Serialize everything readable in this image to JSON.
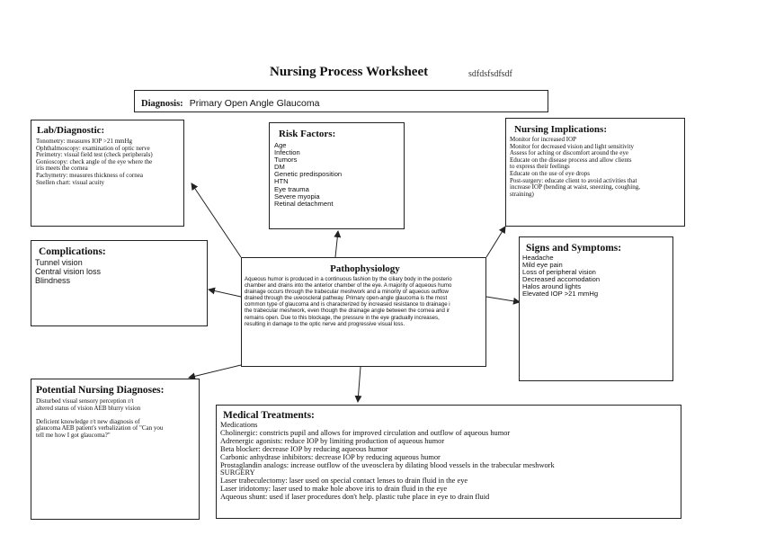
{
  "header": {
    "title": "Nursing Process Worksheet",
    "scribble": "sdfdsfsdfsdf"
  },
  "diagnosis": {
    "label": "Diagnosis:",
    "value": "Primary Open Angle Glaucoma"
  },
  "lab": {
    "heading": "Lab/Diagnostic:",
    "lines": [
      "Tonometry: measures IOP >21 mmHg",
      "Ophthalmoscopy: examination of optic nerve",
      "Perimetry: visual field test (check peripherals)",
      "Gonioscopy: check angle of the eye where the",
      "iris meets the cornea",
      "Pachymetry: measures thickness of cornea",
      "Snellen chart: visual acuity"
    ]
  },
  "risk": {
    "heading": "Risk Factors:",
    "lines": [
      "Age",
      "Infection",
      "Tumors",
      "DM",
      "Genetic predisposition",
      "HTN",
      "Eye trauma",
      "Severe myopia",
      "Retinal detachment"
    ]
  },
  "implications": {
    "heading": "Nursing Implications:",
    "lines": [
      "Monitor for increased IOP",
      "Monitor for decreased vision and light sensitivity",
      "Assess for aching or discomfort around the eye",
      "Educate on the disease process and allow clients",
      "to express their feelings",
      "Educate on the use of eye drops",
      "Post-surgery: educate client to avoid activities that",
      "increase IOP (bending at waist, sneezing, coughing,",
      "straining)"
    ]
  },
  "complications": {
    "heading": "Complications:",
    "lines": [
      "Tunnel vision",
      "Central vision loss",
      "Blindness"
    ]
  },
  "patho": {
    "heading": "Pathophysiology",
    "lines": [
      "Aqueous humor is produced in a continuous fashion by the ciliary body in the posterio",
      "chamber and drains into the anterior chamber of the eye. A majority of aqueous humo",
      "drainage occurs through the trabecular meshwork and a minority of aqueous outflow",
      "drained through the uveoscleral pathway. Primary open-angle glaucoma is the most",
      "common type of glaucoma and is characterized by increased resistance to drainage i",
      "the trabecular meshwork, even though the drainage angle between the cornea and ir",
      "remains open. Due to this blockage, the pressure in the eye gradually increases,",
      "resulting in damage to the optic nerve and progressive visual loss."
    ]
  },
  "signs": {
    "heading": "Signs and Symptoms:",
    "lines": [
      "Headache",
      "Mild eye pain",
      "Loss of peripheral vision",
      "Decreased accomodation",
      "Halos around lights",
      "Elevated IOP >21 mmHg"
    ]
  },
  "potential": {
    "heading": "Potential Nursing Diagnoses:",
    "lines": [
      "Disturbed visual sensory perception r/t",
      "altered status of vision AEB blurry vision",
      "",
      "Deficient knowledge r/t new diagnosis of",
      "glaucoma AEB patient's verbalization of \"Can you",
      "tell me how I got glaucoma?\""
    ]
  },
  "treatments": {
    "heading": "Medical Treatments:",
    "lines": [
      "Medications",
      "Cholinergic: constricts pupil and allows for improved circulation and outflow of aqueous humor",
      "Adrenergic agonists: reduce IOP by limiting production of aqueous humor",
      "Beta blocker: decrease IOP by reducing aqueous humor",
      "Carbonic anhydrase inhibitors: decrease IOP by reducing aqueous humor",
      "Prostaglandin analogs: increase outflow of the uveosclera by dilating blood vessels in the trabecular meshwork",
      "SURGERY",
      "Laser trabeculectomy: laser used on special contact lenses to drain fluid in the eye",
      "Laser iridotomy: laser used to make hole above iris to drain fluid in the eye",
      "Aqueous shunt: used if laser procedures don't help. plastic tube place in eye to drain fluid"
    ]
  }
}
